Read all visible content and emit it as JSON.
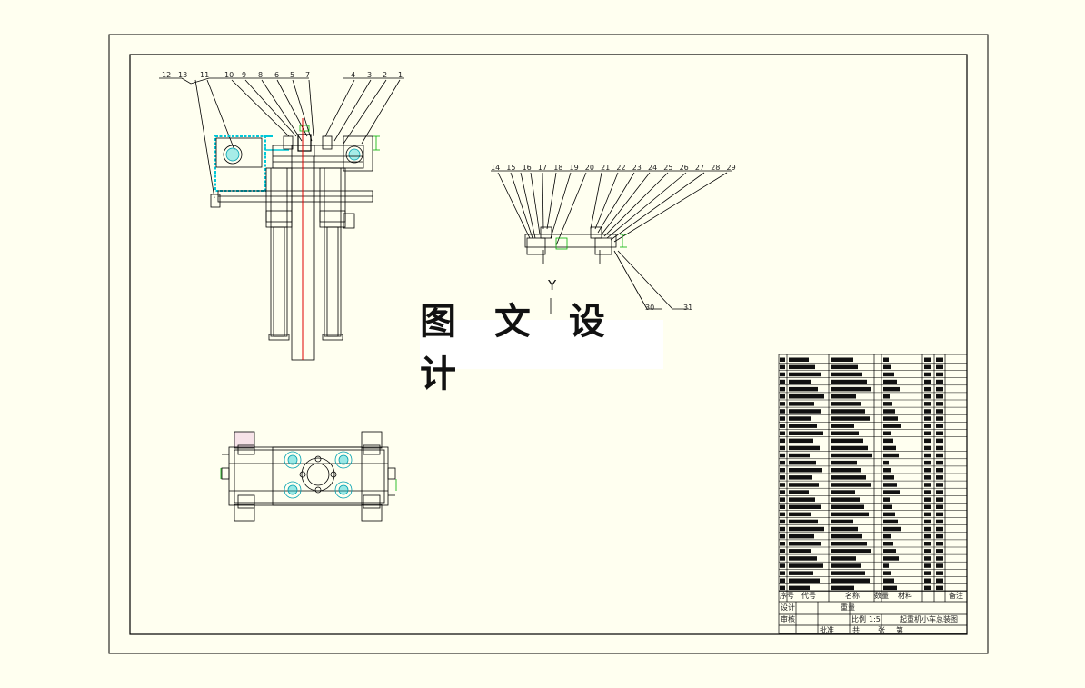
{
  "watermark": "图 文 设 计",
  "view_label": "Y",
  "front_view_callouts": [
    "12",
    "13",
    "11",
    "10",
    "9",
    "8",
    "6",
    "5",
    "7",
    "4",
    "3",
    "2",
    "1"
  ],
  "side_view_callouts_top": [
    "14",
    "15",
    "16",
    "17",
    "18",
    "19",
    "20",
    "21",
    "22",
    "23",
    "24",
    "25",
    "26",
    "27",
    "28",
    "29"
  ],
  "side_view_callouts_bottom": [
    "30",
    "31"
  ],
  "title_block": {
    "col_no": "序号",
    "col_code": "代号",
    "col_name": "名称",
    "col_qty": "数量",
    "col_material": "材料",
    "col_remark": "备注",
    "design": "设计",
    "check": "审核",
    "approve": "批准",
    "scale_label": "比例",
    "scale_value": "1:5",
    "sheet_total": "共",
    "sheet": "张",
    "sheet_no": "第",
    "drawing_title": "起重机小车总装图",
    "weight": "重量"
  }
}
